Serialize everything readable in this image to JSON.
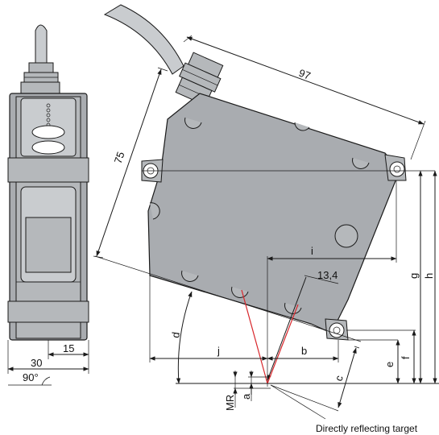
{
  "dimensions": {
    "length_97": "97",
    "height_75": "75",
    "width_30": "30",
    "width_15": "15",
    "spot_13_4": "13,4",
    "angle": "90°"
  },
  "variables": {
    "a": "a",
    "b": "b",
    "c": "c",
    "d": "d",
    "e": "e",
    "f": "f",
    "g": "g",
    "h": "h",
    "i": "i",
    "j": "j",
    "mr": "MR"
  },
  "caption": "Directly reflecting target"
}
